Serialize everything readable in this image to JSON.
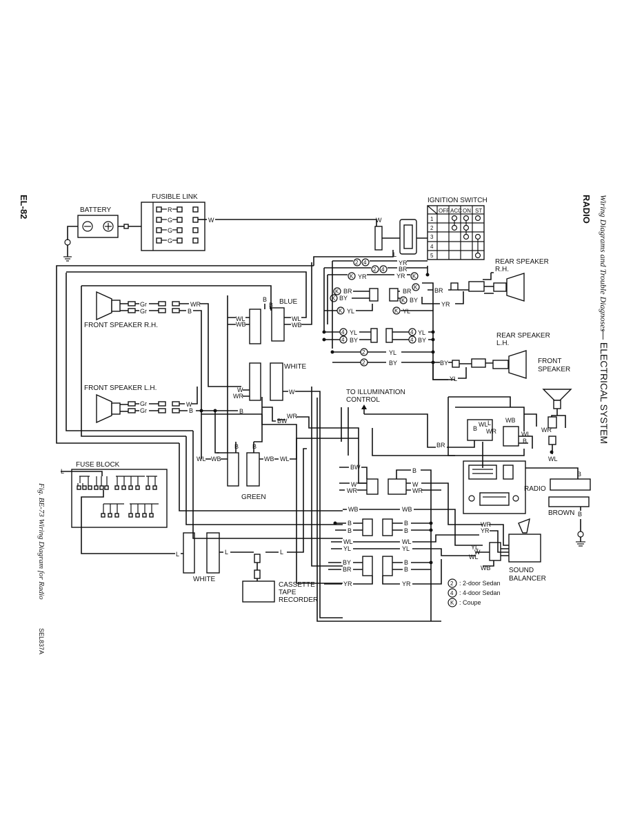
{
  "page": {
    "page_number": "EL-82",
    "section_title": "RADIO",
    "header": "Wiring Diagrams and Trouble Diagnoses",
    "header_suffix": "— ELECTRICAL SYSTEM",
    "figure_caption": "Fig. BE-73 Wiring Diagram for Radio",
    "figure_code": "SEL837A"
  },
  "components": {
    "battery": "BATTERY",
    "fusible_link": "FUSIBLE LINK",
    "ignition_switch": "IGNITION SWITCH",
    "rear_speaker_rh_1": "REAR SPEAKER",
    "rear_speaker_rh_2": "R.H.",
    "rear_speaker_lh_1": "REAR SPEAKER",
    "rear_speaker_lh_2": "L.H.",
    "front_speaker_1": "FRONT",
    "front_speaker_2": "SPEAKER",
    "front_speaker_rh": "FRONT SPEAKER R.H.",
    "front_speaker_lh": "FRONT SPEAKER L.H.",
    "to_illumination_1": "TO ILLUMINATION",
    "to_illumination_2": "CONTROL",
    "fuse_block": "FUSE BLOCK",
    "radio": "RADIO",
    "cassette_1": "CASSETTE",
    "cassette_2": "TAPE",
    "cassette_3": "RECORDER",
    "sound_balancer_1": "SOUND",
    "sound_balancer_2": "BALANCER"
  },
  "connectors": {
    "blue": "BLUE",
    "white_top": "WHITE",
    "green": "GREEN",
    "white_bottom": "WHITE",
    "brown": "BROWN"
  },
  "ignition_table": {
    "headers": [
      "OFF",
      "ACC",
      "ON",
      "ST"
    ],
    "rows": [
      "1",
      "2",
      "3",
      "4",
      "5"
    ]
  },
  "legend": [
    {
      "symbol": "2",
      "label": ": 2-door Sedan"
    },
    {
      "symbol": "4",
      "label": ": 4-door Sedan"
    },
    {
      "symbol": "K",
      "label": ": Coupe"
    }
  ],
  "wire_codes": {
    "W": "W",
    "R": "R",
    "G": "G",
    "B": "B",
    "L": "L",
    "Gr": "Gr",
    "WR": "WR",
    "WL": "WL",
    "WB": "WB",
    "YR": "YR",
    "BR": "BR",
    "BY": "BY",
    "YL": "YL",
    "BW": "BW"
  }
}
